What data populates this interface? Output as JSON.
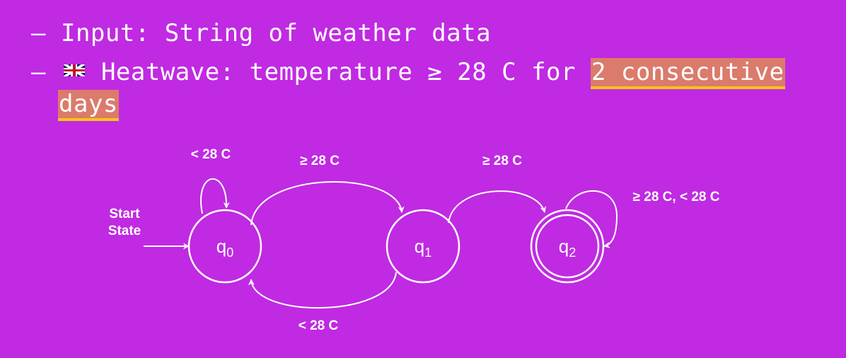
{
  "bullets": {
    "dash": "—",
    "input": "Input: String of weather data",
    "heatwave_prefix": "Heatwave: temperature ≥ 28 C for",
    "heatwave_highlight_1": "2 consecutive",
    "heatwave_highlight_2": "days",
    "flag_icon": "uk-flag-icon"
  },
  "diagram": {
    "start_label_line1": "Start",
    "start_label_line2": "State",
    "states": [
      {
        "base": "q",
        "sub": "0"
      },
      {
        "base": "q",
        "sub": "1"
      },
      {
        "base": "q",
        "sub": "2"
      }
    ],
    "accepting_state": "q2",
    "transitions": {
      "q0_self": "< 28 C",
      "q0_to_q1": "≥ 28 C",
      "q1_to_q2": "≥ 28 C",
      "q2_self": "≥ 28 C, < 28 C",
      "q1_to_q0": "< 28 C"
    }
  },
  "colors": {
    "background": "#c02ae2",
    "highlight": "#db7b6b",
    "underline": "#f5c518",
    "stroke": "#ffffff"
  }
}
